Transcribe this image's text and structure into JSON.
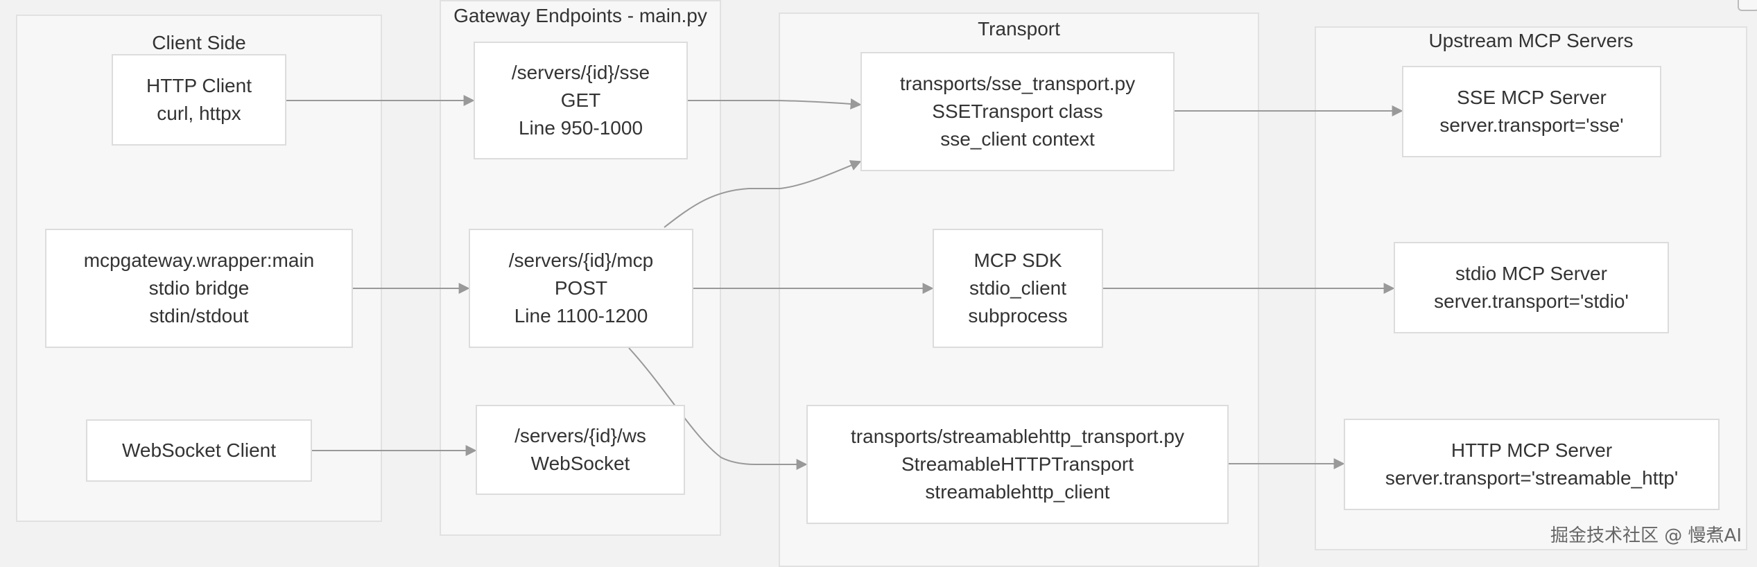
{
  "clusters": {
    "client": {
      "title": "Client Side"
    },
    "gateway": {
      "title": "Gateway Endpoints - main.py"
    },
    "transport": {
      "title": "Transport Implementations"
    },
    "upstream": {
      "title": "Upstream MCP Servers"
    }
  },
  "nodes": {
    "http_client": {
      "lines": [
        "HTTP Client",
        "curl, httpx"
      ]
    },
    "wrapper": {
      "lines": [
        "mcpgateway.wrapper:main",
        "stdio bridge",
        "stdin/stdout"
      ]
    },
    "ws_client": {
      "lines": [
        "WebSocket Client"
      ]
    },
    "sse_endpoint": {
      "lines": [
        "/servers/{id}/sse",
        "GET",
        "Line 950-1000"
      ]
    },
    "mcp_endpoint": {
      "lines": [
        "/servers/{id}/mcp",
        "POST",
        "Line 1100-1200"
      ]
    },
    "ws_endpoint": {
      "lines": [
        "/servers/{id}/ws",
        "WebSocket"
      ]
    },
    "sse_transport": {
      "lines": [
        "transports/sse_transport.py",
        "SSETransport class",
        "sse_client context"
      ]
    },
    "mcp_sdk": {
      "lines": [
        "MCP SDK",
        "stdio_client",
        "subprocess"
      ]
    },
    "streamable_transport": {
      "lines": [
        "transports/streamablehttp_transport.py",
        "StreamableHTTPTransport",
        "streamablehttp_client"
      ]
    },
    "sse_server": {
      "lines": [
        "SSE MCP Server",
        "server.transport='sse'"
      ]
    },
    "stdio_server": {
      "lines": [
        "stdio MCP Server",
        "server.transport='stdio'"
      ]
    },
    "http_server": {
      "lines": [
        "HTTP MCP Server",
        "server.transport='streamable_http'"
      ]
    }
  },
  "watermark": "掘金技术社区 @ 慢煮AI",
  "colors": {
    "background": "#f2f2f2",
    "cluster_fill": "#f7f7f7",
    "cluster_border": "#e1e1e1",
    "node_fill": "#ffffff",
    "node_border": "#dcdcdc",
    "edge": "#999999",
    "text": "#333333"
  }
}
